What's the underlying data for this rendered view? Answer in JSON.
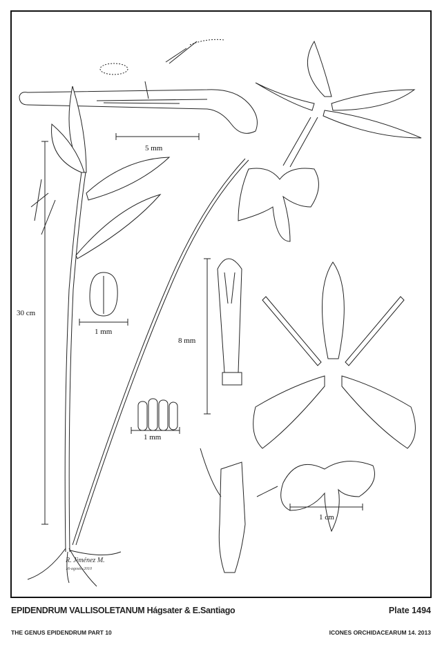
{
  "plate": {
    "scale_labels": {
      "flower_section": "5 mm",
      "plant": "30 cm",
      "anther": "1 mm",
      "column": "8 mm",
      "pollinia": "1 mm",
      "lip": "1 cm"
    },
    "signature": {
      "name": "R. Jiménez M.",
      "date": "16-agosto-2010"
    }
  },
  "footer": {
    "title": "EPIDENDRUM VALLISOLETANUM Hágsater & E.Santiago",
    "plate_number": "Plate 1494",
    "series": "THE GENUS EPIDENDRUM PART 10",
    "journal": "ICONES ORCHIDACEARUM 14. 2013"
  }
}
